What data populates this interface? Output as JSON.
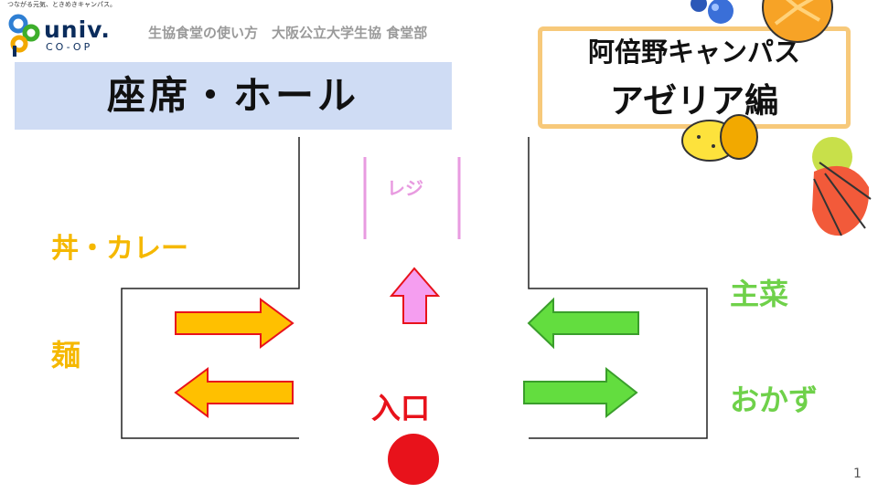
{
  "logo": {
    "tagline": "つながる元気、ときめきキャンパス。",
    "text": "univ.",
    "sub": "CO-OP",
    "colors": {
      "blue": "#2f7fd3",
      "green": "#3dae2b",
      "yellow": "#f2a900",
      "navy": "#0a2c5c"
    }
  },
  "header": {
    "subtitle": "生協食堂の使い方　大阪公立大学生協 食堂部"
  },
  "title": {
    "text": "座席・ホール",
    "background": "#cfdcf4"
  },
  "campus": {
    "line1": "阿倍野キャンパス",
    "line2": "アゼリア編",
    "border_color": "#f7c97a"
  },
  "map": {
    "labels": {
      "don_curry": "丼・カレー",
      "noodles": "麺",
      "main_dish": "主菜",
      "side_dish": "おかず",
      "entrance": "入口",
      "register": "レジ"
    },
    "colors": {
      "left_arrow_fill": "#ffc000",
      "left_arrow_stroke": "#e8121b",
      "right_arrow_fill": "#63dd3f",
      "right_arrow_stroke": "#3a9e2b",
      "up_arrow_fill": "#f59ef0",
      "up_arrow_stroke": "#e8121b",
      "entrance_dot": "#e8121b",
      "register_lines": "#e89be0",
      "walls": "#222222"
    },
    "icons": [
      "orange-icon",
      "lemon-icon",
      "apple-icon",
      "berry-icon"
    ]
  },
  "page_number": "1"
}
